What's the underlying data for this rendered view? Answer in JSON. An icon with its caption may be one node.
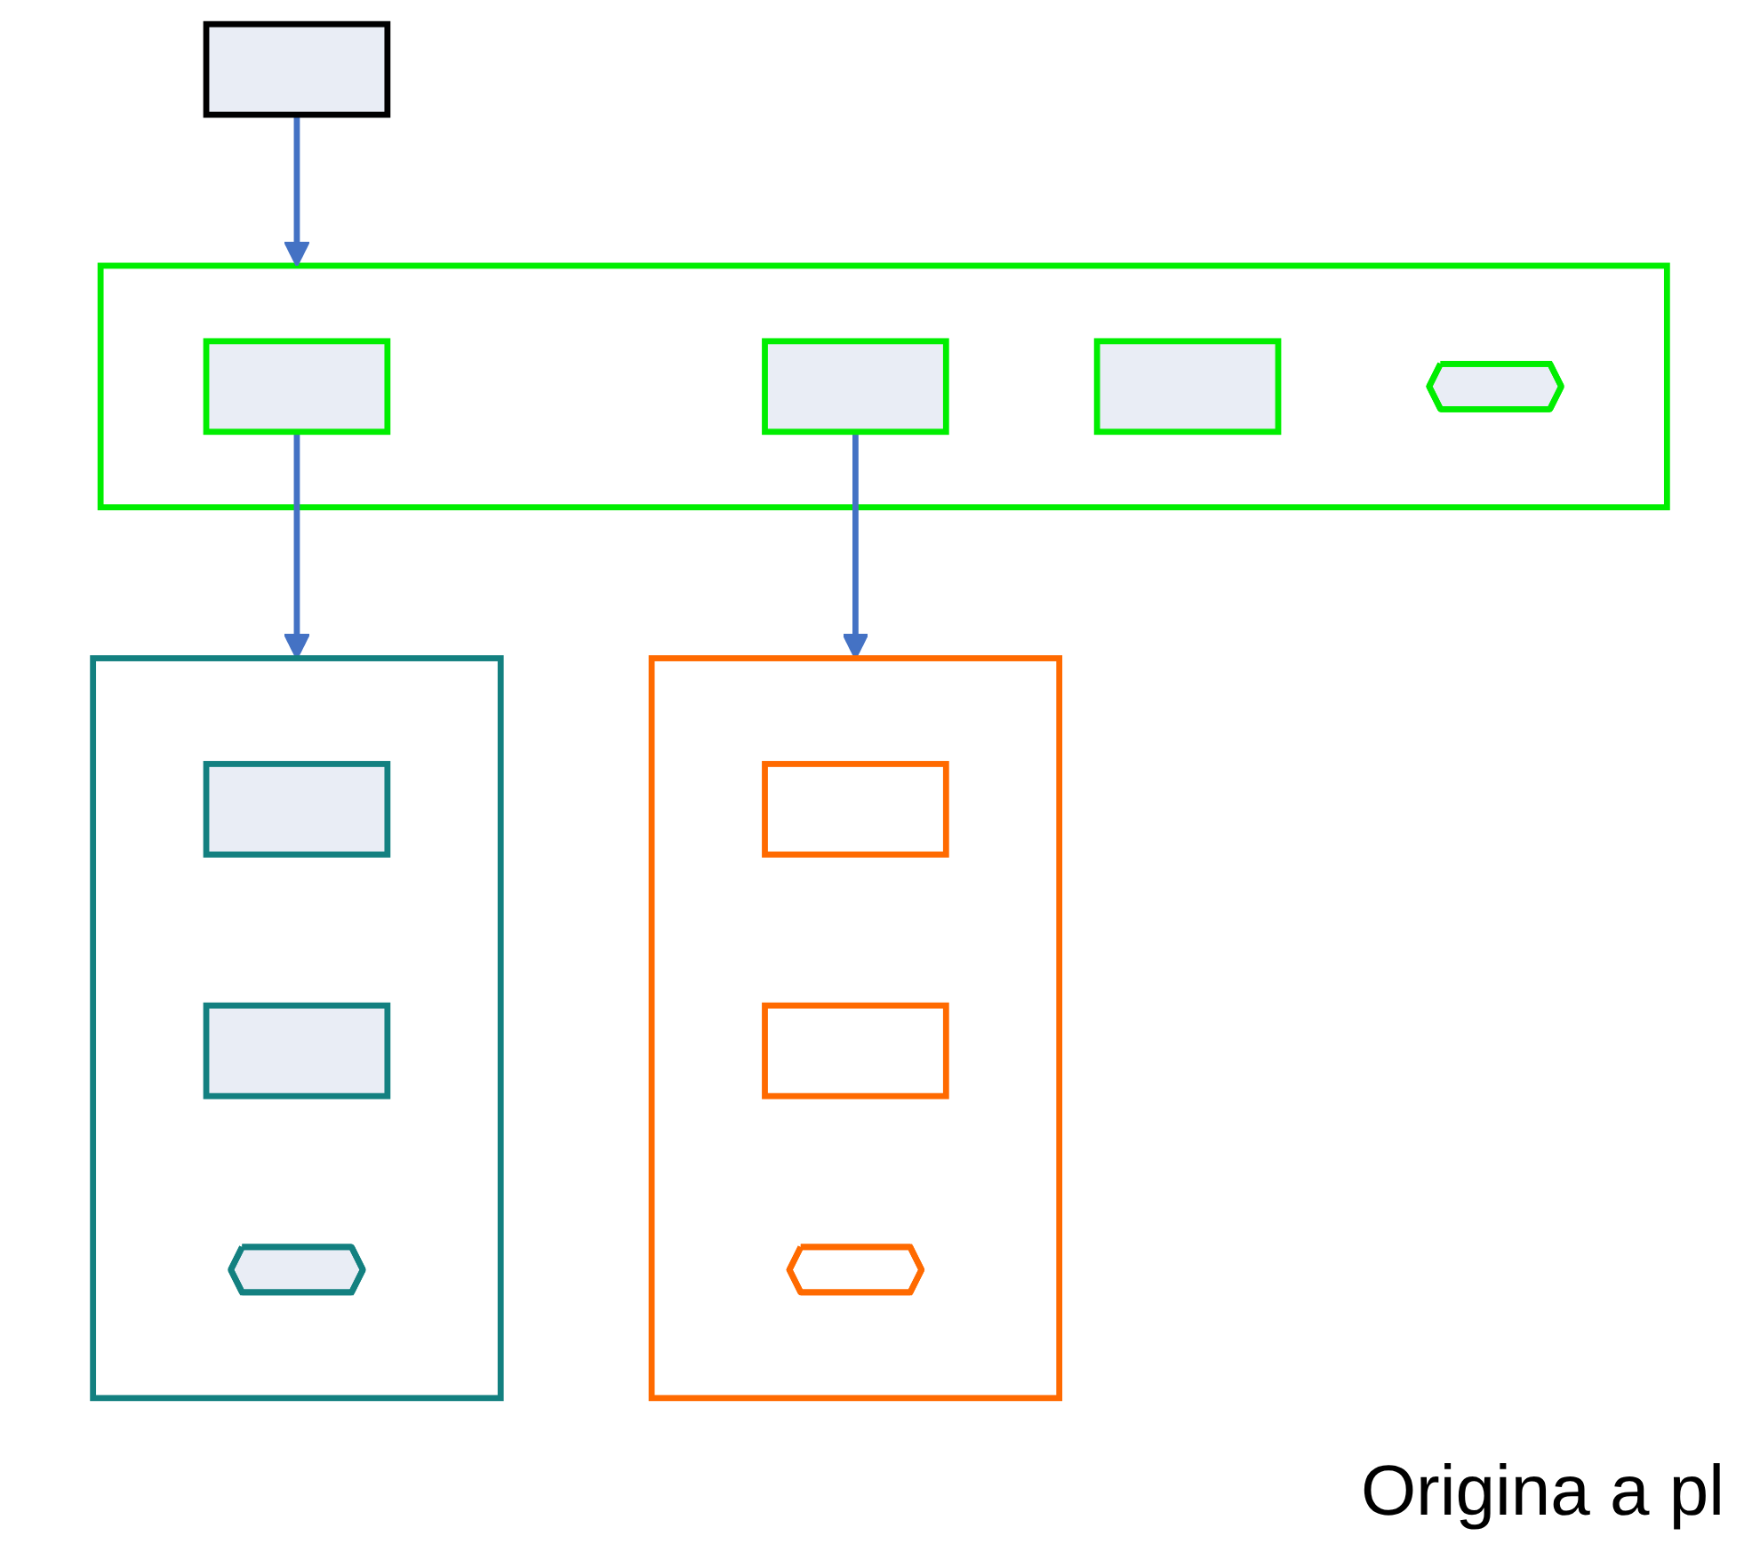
{
  "diagram": {
    "nodes": [
      {
        "text": [],
        "shape": "box"
      },
      {
        "text": [],
        "shape": "box"
      },
      {
        "text": [],
        "shape": "box",
        "in": 1
      },
      {
        "text": [],
        "shape": "box",
        "in": 1
      },
      {
        "text": [],
        "shape": "box",
        "in": 1
      },
      {
        "text": [],
        "shape": "hexagon",
        "in": 1
      },
      {
        "text": [],
        "shape": "box"
      },
      {
        "text": [],
        "shape": "box",
        "in": 6
      },
      {
        "text": [],
        "shape": "box",
        "in": 6
      },
      {
        "text": [],
        "shape": "hexagon",
        "in": 6
      },
      {
        "text": [],
        "shape": "box"
      },
      {
        "text": [],
        "shape": "box",
        "in": 10
      },
      {
        "text": [],
        "shape": "box",
        "in": 10
      },
      {
        "text": [],
        "shape": "hexagon",
        "in": 10
      }
    ],
    "edges": [
      {
        "from": 0,
        "to": 1,
        "arrow": "to"
      },
      {
        "from": 3,
        "to": 6,
        "arrow": "to"
      },
      {
        "from": 2,
        "to": 10,
        "arrow": "to"
      }
    ],
    "labels": [
      "Origina a pl"
    ]
  }
}
